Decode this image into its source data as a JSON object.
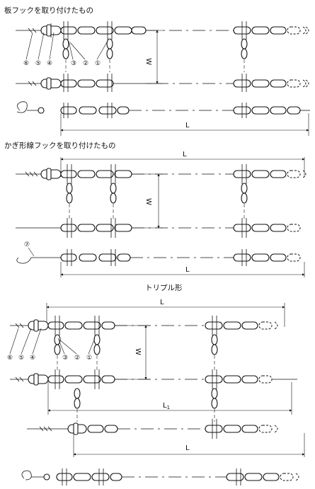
{
  "sections": [
    {
      "id": "plate-hook",
      "title": "板フックを取り付けたもの"
    },
    {
      "id": "wire-hook",
      "title": "かぎ形線フックを取り付けたもの"
    },
    {
      "id": "triple",
      "title": "トリプル形"
    }
  ],
  "dimension_labels": {
    "w": "W",
    "l": "L",
    "l1_main": "L",
    "l1_sub": "1"
  },
  "part_numbers": [
    "⑥",
    "⑤",
    "④",
    "③",
    "②",
    "①",
    "⑦"
  ]
}
